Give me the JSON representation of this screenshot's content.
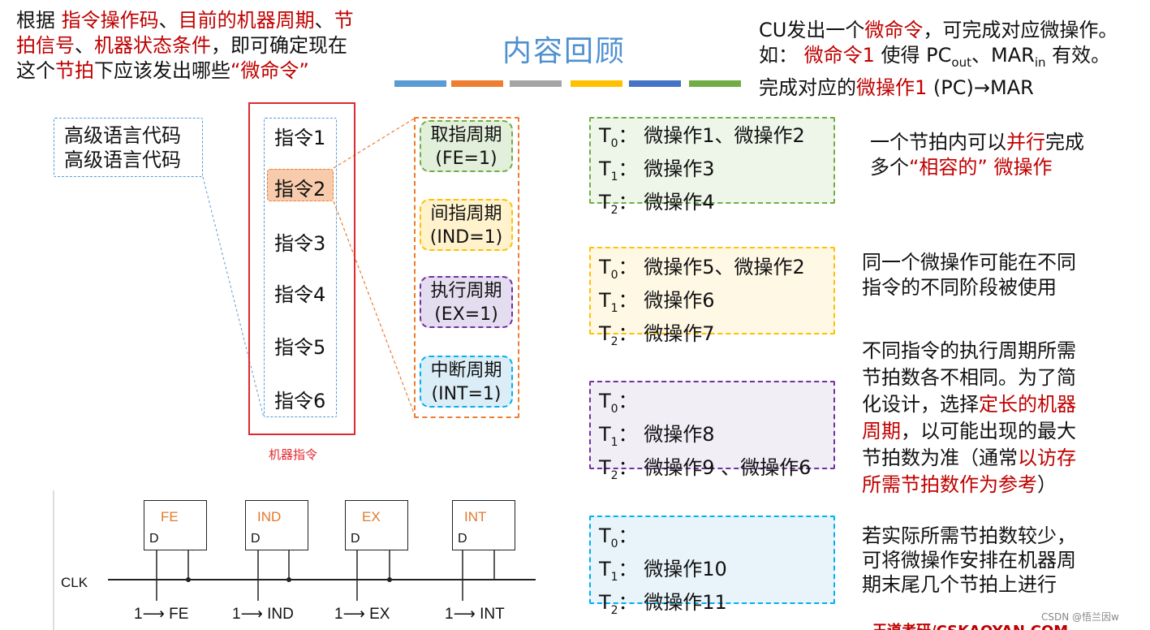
{
  "slide": {
    "title": "内容回顾",
    "bar_colors": [
      "#5b9bd5",
      "#ed7d31",
      "#a5a5a5",
      "#ffc000",
      "#4472c4",
      "#70ad47"
    ]
  },
  "top_left_note": {
    "line1": {
      "a": "根据 ",
      "b": "指令操作码",
      "c": "、",
      "d": "目前的机器周期",
      "e": "、",
      "f": "节"
    },
    "line2": {
      "a": "拍信号",
      "b": "、",
      "c": "机器状态条件",
      "d": "，即可确定现在"
    },
    "line3": {
      "a": "这个",
      "b": "节拍",
      "c": "下应该发出哪些",
      "d": "“微命令”"
    }
  },
  "top_right_note": {
    "line1": {
      "a": "CU发出一个",
      "b": "微命令",
      "c": "，可完成对应微操作。"
    },
    "line2": {
      "a": "如：",
      "b": "微命令1",
      "c": " 使得 PC",
      "c_sub": "out",
      "d": "、MAR",
      "d_sub": "in",
      "e": " 有效。"
    },
    "line3": {
      "a": "完成对应的",
      "b": "微操作1",
      "c": " (PC)→MAR"
    }
  },
  "high_level_code": {
    "line1": "高级语言代码",
    "line2": "高级语言代码"
  },
  "instructions": [
    "指令1",
    "指令2",
    "指令3",
    "指令4",
    "指令5",
    "指令6"
  ],
  "machine_instr_label": "机器指令",
  "phases": [
    {
      "name": "取指周期",
      "flag": "(FE=1)"
    },
    {
      "name": "间指周期",
      "flag": "(IND=1)"
    },
    {
      "name": "执行周期",
      "flag": "(EX=1)"
    },
    {
      "name": "中断周期",
      "flag": "(INT=1)"
    }
  ],
  "tbox1": {
    "t0": "微操作1、微操作2",
    "t1": "微操作3",
    "t2": "微操作4"
  },
  "tbox2": {
    "t0": "微操作5、微操作2",
    "t1": "微操作6",
    "t2": "微操作7"
  },
  "tbox3": {
    "t0": "",
    "t1": "微操作8",
    "t2": "微操作9 、微操作6"
  },
  "tbox4": {
    "t0": "",
    "t1": "微操作10",
    "t2": "微操作11"
  },
  "t_labels": {
    "t": "T",
    "s0": "0",
    "s1": "1",
    "s2": "2",
    "colon": "："
  },
  "note1": {
    "a": "一个节拍内可以",
    "b": "并行",
    "c": "完成",
    "d": "多个",
    "e": "“相容的”",
    "f": " 微操作"
  },
  "note2": {
    "line1": "同一个微操作可能在不同",
    "line2": "指令的不同阶段被使用"
  },
  "note3": {
    "l1": "不同指令的执行周期所需",
    "l2": "节拍数各不相同。为了简",
    "l3a": "化设计，选择",
    "l3b": "定长的机器",
    "l4a": "周期",
    "l4b": "，以可能出现的最大",
    "l5a": "节拍数为准（通常",
    "l5b": "以访存",
    "l6a": "所需节拍数作为参考",
    "l6b": "）"
  },
  "note4": {
    "line1": "若实际所需节拍数较少，",
    "line2": "可将微操作安排在机器周",
    "line3": "期末尾几个节拍上进行"
  },
  "circuit": {
    "clk": "CLK",
    "d": "D",
    "ffs": [
      "FE",
      "IND",
      "EX",
      "INT"
    ],
    "sets": [
      "1⟶ FE",
      "1⟶ IND",
      "1⟶ EX",
      "1⟶ INT"
    ]
  },
  "footer": {
    "csdn": "CSDN @悟兰因w",
    "brand": "王道考研/CSKAOYAN.COM"
  }
}
